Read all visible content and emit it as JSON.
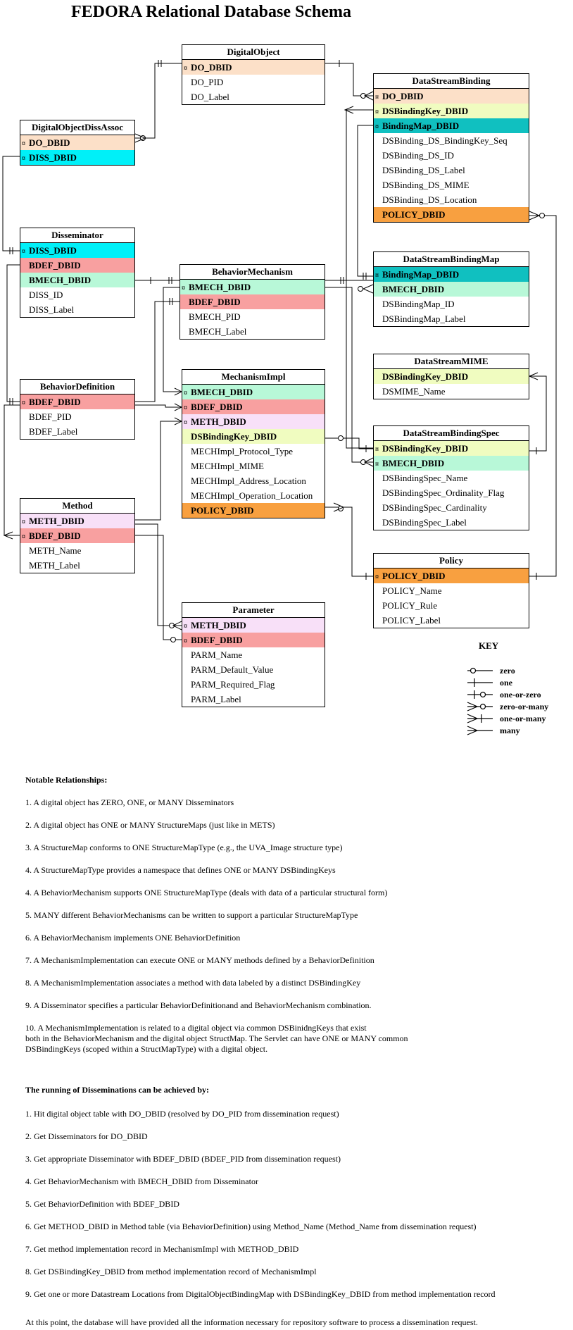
{
  "title": "FEDORA Relational Database Schema",
  "colors": {
    "do_dbid": "#fce0c8",
    "diss_dbid": "#00f0f8",
    "bdef_dbid": "#f8a0a0",
    "bmech_dbid": "#b8f8d8",
    "dsbindingkey_dbid": "#f0fcc0",
    "bindingmap_dbid": "#10c0c0",
    "meth_dbid": "#f8e0f8",
    "policy_dbid": "#f8a040"
  },
  "tables": [
    {
      "id": "digitalobject",
      "name": "DigitalObject",
      "fields": [
        {
          "label": "DO_DBID",
          "key": true,
          "color": "do_dbid"
        },
        {
          "label": "DO_PID"
        },
        {
          "label": "DO_Label"
        }
      ]
    },
    {
      "id": "dodissassoc",
      "name": "DigitalObjectDissAssoc",
      "fields": [
        {
          "label": "DO_DBID",
          "key": true,
          "color": "do_dbid"
        },
        {
          "label": "DISS_DBID",
          "key": true,
          "color": "diss_dbid"
        }
      ]
    },
    {
      "id": "disseminator",
      "name": "Disseminator",
      "fields": [
        {
          "label": "DISS_DBID",
          "key": true,
          "color": "diss_dbid"
        },
        {
          "label": "BDEF_DBID",
          "bold": true,
          "color": "bdef_dbid"
        },
        {
          "label": "BMECH_DBID",
          "bold": true,
          "color": "bmech_dbid"
        },
        {
          "label": "DISS_ID"
        },
        {
          "label": "DISS_Label"
        }
      ]
    },
    {
      "id": "behaviormechanism",
      "name": "BehaviorMechanism",
      "fields": [
        {
          "label": "BMECH_DBID",
          "key": true,
          "color": "bmech_dbid"
        },
        {
          "label": "BDEF_DBID",
          "bold": true,
          "color": "bdef_dbid"
        },
        {
          "label": "BMECH_PID"
        },
        {
          "label": "BMECH_Label"
        }
      ]
    },
    {
      "id": "behaviordefinition",
      "name": "BehaviorDefinition",
      "fields": [
        {
          "label": "BDEF_DBID",
          "key": true,
          "color": "bdef_dbid"
        },
        {
          "label": "BDEF_PID"
        },
        {
          "label": "BDEF_Label"
        }
      ]
    },
    {
      "id": "mechanismimpl",
      "name": "MechanismImpl",
      "fields": [
        {
          "label": "BMECH_DBID",
          "key": true,
          "color": "bmech_dbid"
        },
        {
          "label": "BDEF_DBID",
          "key": true,
          "color": "bdef_dbid"
        },
        {
          "label": "METH_DBID",
          "key": true,
          "color": "meth_dbid"
        },
        {
          "label": "DSBindingKey_DBID",
          "bold": true,
          "color": "dsbindingkey_dbid"
        },
        {
          "label": "MECHImpl_Protocol_Type"
        },
        {
          "label": "MECHImpl_MIME"
        },
        {
          "label": "MECHImpl_Address_Location"
        },
        {
          "label": "MECHImpl_Operation_Location"
        },
        {
          "label": "POLICY_DBID",
          "bold": true,
          "color": "policy_dbid"
        }
      ]
    },
    {
      "id": "method",
      "name": "Method",
      "fields": [
        {
          "label": "METH_DBID",
          "key": true,
          "color": "meth_dbid"
        },
        {
          "label": "BDEF_DBID",
          "key": true,
          "color": "bdef_dbid"
        },
        {
          "label": "METH_Name"
        },
        {
          "label": "METH_Label"
        }
      ]
    },
    {
      "id": "parameter",
      "name": "Parameter",
      "fields": [
        {
          "label": "METH_DBID",
          "key": true,
          "color": "meth_dbid"
        },
        {
          "label": "BDEF_DBID",
          "key": true,
          "color": "bdef_dbid"
        },
        {
          "label": "PARM_Name"
        },
        {
          "label": "PARM_Default_Value"
        },
        {
          "label": "PARM_Required_Flag"
        },
        {
          "label": "PARM_Label"
        }
      ]
    },
    {
      "id": "datastreambinding",
      "name": "DataStreamBinding",
      "fields": [
        {
          "label": "DO_DBID",
          "key": true,
          "color": "do_dbid"
        },
        {
          "label": "DSBindingKey_DBID",
          "key": true,
          "color": "dsbindingkey_dbid"
        },
        {
          "label": "BindingMap_DBID",
          "key": true,
          "color": "bindingmap_dbid"
        },
        {
          "label": "DSBinding_DS_BindingKey_Seq"
        },
        {
          "label": "DSBinding_DS_ID"
        },
        {
          "label": "DSBinding_DS_Label"
        },
        {
          "label": "DSBinding_DS_MIME"
        },
        {
          "label": "DSBinding_DS_Location"
        },
        {
          "label": "POLICY_DBID",
          "bold": true,
          "color": "policy_dbid"
        }
      ]
    },
    {
      "id": "datastreambindingmap",
      "name": "DataStreamBindingMap",
      "fields": [
        {
          "label": "BindingMap_DBID",
          "key": true,
          "color": "bindingmap_dbid"
        },
        {
          "label": "BMECH_DBID",
          "bold": true,
          "color": "bmech_dbid"
        },
        {
          "label": "DSBindingMap_ID"
        },
        {
          "label": "DSBindingMap_Label"
        }
      ]
    },
    {
      "id": "datastreammime",
      "name": "DataStreamMIME",
      "fields": [
        {
          "label": "DSBindingKey_DBID",
          "bold": true,
          "color": "dsbindingkey_dbid"
        },
        {
          "label": "DSMIME_Name"
        }
      ]
    },
    {
      "id": "datastreambindingspec",
      "name": "DataStreamBindingSpec",
      "fields": [
        {
          "label": "DSBindingKey_DBID",
          "key": true,
          "color": "dsbindingkey_dbid"
        },
        {
          "label": "BMECH_DBID",
          "key": true,
          "color": "bmech_dbid"
        },
        {
          "label": "DSBindingSpec_Name"
        },
        {
          "label": "DSBindingSpec_Ordinality_Flag"
        },
        {
          "label": "DSBindingSpec_Cardinality"
        },
        {
          "label": "DSBindingSpec_Label"
        }
      ]
    },
    {
      "id": "policy",
      "name": "Policy",
      "fields": [
        {
          "label": "POLICY_DBID",
          "key": true,
          "color": "policy_dbid"
        },
        {
          "label": "POLICY_Name"
        },
        {
          "label": "POLICY_Rule"
        },
        {
          "label": "POLICY_Label"
        }
      ]
    }
  ],
  "key_legend": {
    "title": "KEY",
    "items": [
      "zero",
      "one",
      "one-or-zero",
      "zero-or-many",
      "one-or-many",
      "many"
    ]
  },
  "notable": {
    "heading": "Notable Relationships:",
    "items": [
      "1.  A digital object has ZERO, ONE, or MANY Disseminators",
      "2.  A digital object has ONE or MANY StructureMaps (just like in METS)",
      "3.  A StructureMap conforms to ONE StructureMapType (e.g., the UVA_Image structure type)",
      "4.  A StructureMapType provides a namespace that defines ONE or MANY DSBindingKeys",
      "4.  A BehaviorMechanism supports ONE StructureMapType (deals with data of a particular structural form)",
      "5.  MANY different BehaviorMechanisms can be written to support a particular StructureMapType",
      "6.  A BehaviorMechanism implements ONE BehaviorDefinition",
      "7.  A MechanismImplementation can execute ONE or MANY methods defined by a BehaviorDefinition",
      "8.  A MechanismImplementation associates a method with data labeled by a distinct DSBindingKey",
      "9.  A Disseminator specifies a particular BehaviorDefinitionand and BehaviorMechanism combination.",
      "10.  A MechanismImplementation is related to a digital object via common DSBinidngKeys that exist\n      both in the BehaviorMechanism and the digital object StructMap.  The Servlet can have ONE or MANY common\n      DSBindingKeys (scoped within a StructMapType) with a digital object."
    ]
  },
  "running": {
    "heading": "The running of Disseminations can be achieved by:",
    "items": [
      "1.  Hit digital object table with DO_DBID (resolved by DO_PID from dissemination request)",
      "2.  Get Disseminators for DO_DBID",
      "3.  Get appropriate Disseminator with BDEF_DBID (BDEF_PID from dissemination request)",
      "4.  Get BehaviorMechanism with BMECH_DBID from Disseminator",
      "5.  Get BehaviorDefinition with BDEF_DBID",
      "6.  Get METHOD_DBID in Method table (via BehaviorDefinition) using Method_Name (Method_Name from dissemination request)",
      "7.  Get method implementation record in MechanismImpl with METHOD_DBID",
      "8.  Get DSBindingKey_DBID from method implementation record of MechanismImpl",
      "9.  Get one or more Datastream Locations from DigitalObjectBindingMap with DSBindingKey_DBID from method implementation record"
    ]
  },
  "closing": "At this point, the database will have provided all the information necessary for repository software to process a dissemination request."
}
